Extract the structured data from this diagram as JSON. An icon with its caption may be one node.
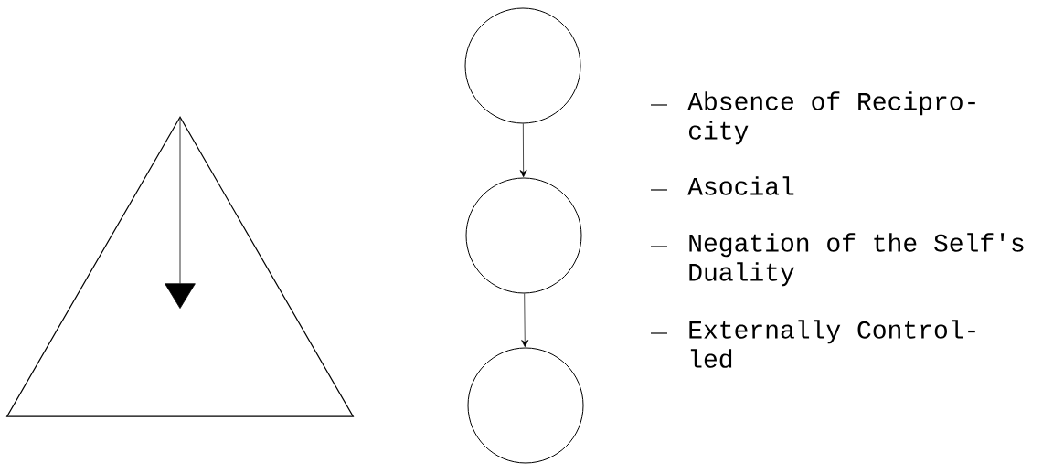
{
  "diagram": {
    "nodes": [
      {
        "text": [],
        "shape": "triangle"
      },
      {
        "text": [],
        "shape": "circle"
      },
      {
        "text": [],
        "shape": "circle"
      },
      {
        "text": [],
        "shape": "circle"
      }
    ],
    "edges": [
      {
        "from": 1,
        "to": 2,
        "arrow": "to"
      },
      {
        "from": 2,
        "to": 3,
        "arrow": "to"
      }
    ],
    "labels": [
      "Absence of Recipro- city",
      "Asocial",
      "Negation of the Self's Duality",
      "Externally Control- led"
    ]
  }
}
